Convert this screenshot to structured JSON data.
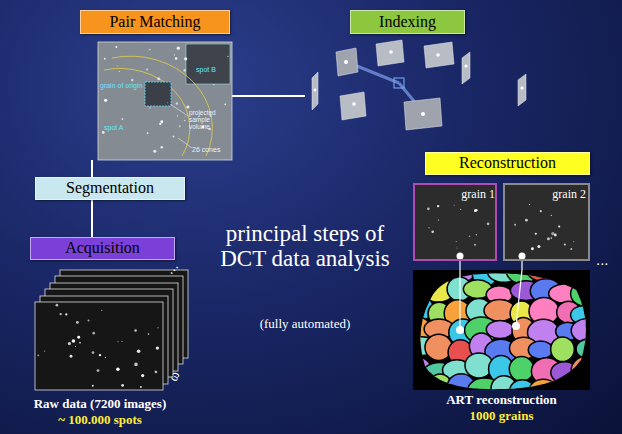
{
  "diagram": {
    "title": "principal steps of DCT data analysis",
    "caption": "(fully automated)",
    "nodes": [
      {
        "text": [
          "Pair Matching"
        ]
      },
      {
        "text": [
          "Indexing"
        ]
      },
      {
        "text": [
          "Segmentation"
        ]
      },
      {
        "text": [
          "Acquisition"
        ]
      },
      {
        "text": [
          "Reconstruction"
        ]
      },
      {
        "text": [
          "grain 1"
        ],
        "in": 4
      },
      {
        "text": [
          "grain 2"
        ],
        "in": 4
      },
      {
        "text": [
          "ART reconstruction",
          "1000 grains"
        ],
        "in": 4
      }
    ],
    "edges": [
      {
        "from": 2,
        "to": 0,
        "arrow": "none"
      },
      {
        "from": 0,
        "to": 1,
        "arrow": "none"
      },
      {
        "from": 2,
        "to": 3,
        "arrow": "none"
      },
      {
        "from": 5,
        "to": 7,
        "arrow": "none"
      },
      {
        "from": 6,
        "to": 7,
        "arrow": "none"
      }
    ],
    "labels": [
      "grain of origin",
      "spot A",
      "spot B",
      "projected sample volume",
      "26 cones",
      "ω",
      "...",
      "Raw data (7200 images)",
      "~ 100.000 spots",
      "..."
    ]
  }
}
